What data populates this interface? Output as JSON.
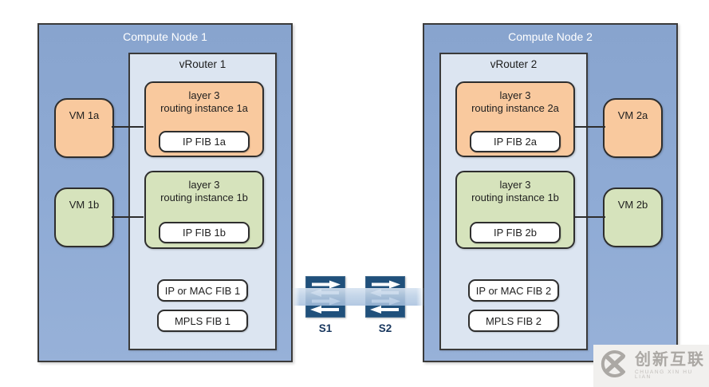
{
  "nodes": [
    {
      "title": "Compute Node 1",
      "vrouter": {
        "title": "vRouter 1",
        "instances": [
          {
            "line1": "layer 3",
            "line2": "routing instance 1a",
            "fib": "IP FIB 1a",
            "color": "orange"
          },
          {
            "line1": "layer 3",
            "line2": "routing instance 1b",
            "fib": "IP FIB 1b",
            "color": "green"
          }
        ],
        "shared_fibs": [
          "IP or MAC FIB 1",
          "MPLS FIB 1"
        ]
      },
      "vms": [
        {
          "label": "VM 1a",
          "color": "orange"
        },
        {
          "label": "VM 1b",
          "color": "green"
        }
      ]
    },
    {
      "title": "Compute Node 2",
      "vrouter": {
        "title": "vRouter 2",
        "instances": [
          {
            "line1": "layer 3",
            "line2": "routing instance 2a",
            "fib": "IP FIB 2a",
            "color": "orange"
          },
          {
            "line1": "layer 3",
            "line2": "routing instance 1b",
            "fib": "IP FIB 2b",
            "color": "green"
          }
        ],
        "shared_fibs": [
          "IP or MAC FIB 2",
          "MPLS FIB 2"
        ]
      },
      "vms": [
        {
          "label": "VM 2a",
          "color": "orange"
        },
        {
          "label": "VM 2b",
          "color": "green"
        }
      ]
    }
  ],
  "switches": [
    {
      "label": "S1"
    },
    {
      "label": "S2"
    }
  ],
  "watermark": {
    "brand": "创新互联",
    "subtext": "CHUANG XIN HU LIAN"
  },
  "colors": {
    "node_fill": "#8FABD5",
    "node_border": "#3A3A3A",
    "vrouter_fill": "#DCE5F1",
    "orange_fill": "#F9C99E",
    "green_fill": "#D6E3BC",
    "fib_fill": "#FFFFFF",
    "switch_fill": "#20507B",
    "link_band": "#BCD0E6",
    "node_title_text": "#FFFFFF",
    "body_text": "#1F1F1F",
    "switch_label_text": "#17365D",
    "watermark_bg": "#F1F0EE",
    "watermark_text": "#ABA8A4"
  }
}
